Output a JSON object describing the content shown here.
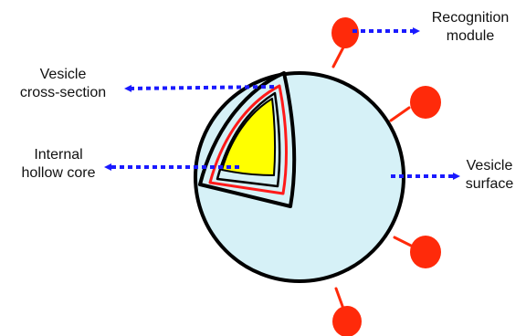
{
  "labels": {
    "recognition_module": {
      "line1": "Recognition",
      "line2": "module"
    },
    "vesicle_cross_section": {
      "line1": "Vesicle",
      "line2": "cross-section"
    },
    "internal_hollow_core": {
      "line1": "Internal",
      "line2": "hollow core"
    },
    "vesicle_surface": {
      "line1": "Vesicle",
      "line2": "surface"
    }
  },
  "colors": {
    "vesicle_fill": "#d6f1f7",
    "outline": "#000000",
    "membrane_red": "#ff1a1a",
    "core_yellow": "#ffff00",
    "recognition_module": "#ff2a0a",
    "arrow_blue": "#1a1aff"
  }
}
